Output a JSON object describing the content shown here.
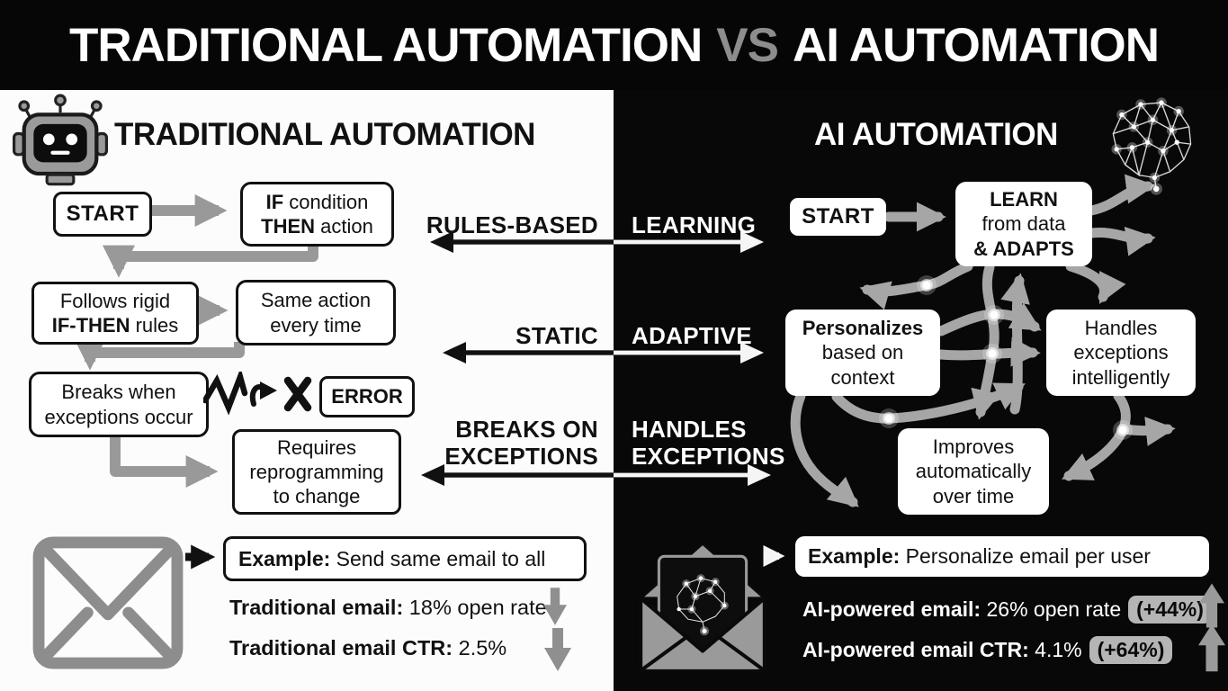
{
  "header": {
    "title_left": "TRADITIONAL AUTOMATION",
    "title_vs": "VS",
    "title_right": "AI AUTOMATION"
  },
  "left_panel": {
    "heading": "TRADITIONAL AUTOMATION",
    "start_label": "START",
    "if_box": {
      "bold1": "IF",
      "rest1": " condition",
      "bold2": "THEN",
      "rest2": " action"
    },
    "follows_box": {
      "line1": "Follows rigid",
      "bold2": "IF-THEN",
      "rest2": " rules"
    },
    "same_box": {
      "line1": "Same action",
      "line2": "every time"
    },
    "breaks_box": {
      "line1": "Breaks when",
      "line2": "exceptions occur"
    },
    "error_label": "ERROR",
    "requires_box": {
      "line1": "Requires",
      "line2": "reprogramming",
      "line3": "to change"
    },
    "example": {
      "label": "Example:",
      "text": " Send same email to all"
    },
    "stat1": {
      "label": "Traditional email:",
      "value": " 18% open rate"
    },
    "stat2": {
      "label": "Traditional email CTR:",
      "value": " 2.5%"
    }
  },
  "middle": {
    "rows": [
      {
        "left": "RULES-BASED",
        "right": "LEARNING"
      },
      {
        "left": "STATIC",
        "right": "ADAPTIVE"
      },
      {
        "left": "BREAKS ON\nEXCEPTIONS",
        "right": "HANDLES\nEXCEPTIONS"
      }
    ]
  },
  "right_panel": {
    "heading": "AI AUTOMATION",
    "start_label": "START",
    "learn_box": {
      "bold1": "LEARN",
      "line2": "from data",
      "bold3": "& ADAPTS"
    },
    "personalizes_box": {
      "bold1": "Personalizes",
      "line2": "based on",
      "line3": "context"
    },
    "handles_box": {
      "line1": "Handles",
      "line2": "exceptions",
      "line3": "intelligently"
    },
    "improves_box": {
      "line1": "Improves",
      "line2": "automatically",
      "line3": "over time"
    },
    "example": {
      "label": "Example:",
      "text": " Personalize email per user"
    },
    "stat1": {
      "label": "AI-powered email:",
      "value": " 26% open rate",
      "badge": "(+44%)"
    },
    "stat2": {
      "label": "AI-powered email CTR:",
      "value": " 4.1%",
      "badge": "(+64%)"
    }
  },
  "icons": {
    "left_mascot": "robot-icon",
    "right_mascot": "brain-network-icon",
    "left_example": "envelope-icon",
    "right_example": "envelope-brain-icon",
    "error_break": "broken-flow-icon",
    "decrease": "down-arrow-icon",
    "increase": "up-arrow-icon"
  },
  "colors": {
    "header_bg": "#060606",
    "left_bg": "#fcfcfc",
    "right_bg": "#080808",
    "vs_text": "#8d8d8d",
    "flow_arrow_gray": "#999999",
    "ai_arrow_gray": "#a6a6a6",
    "envelope_gray": "#8d8d8d",
    "badge_bg": "#b5b5b5",
    "box_border": "#111111"
  }
}
